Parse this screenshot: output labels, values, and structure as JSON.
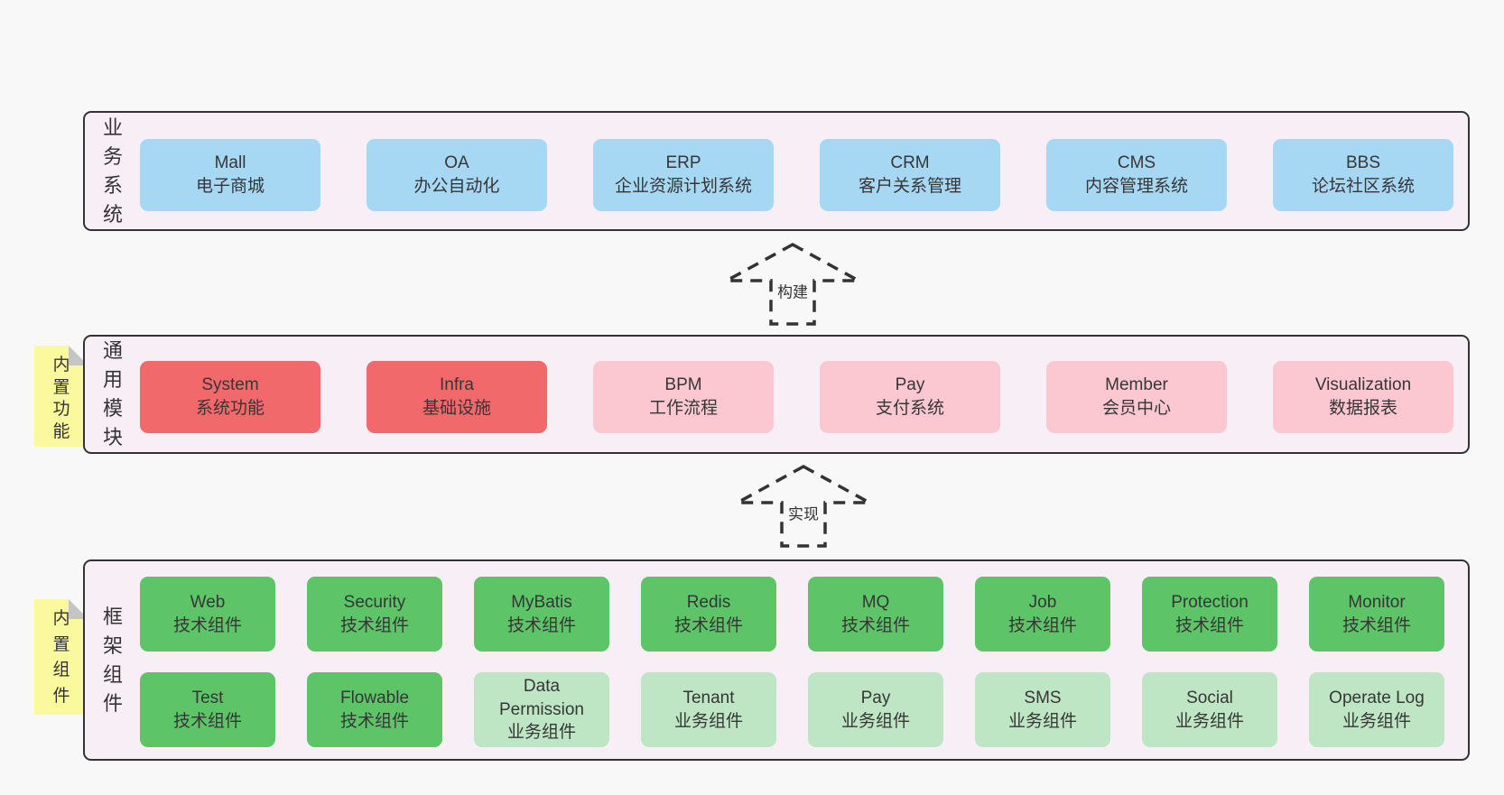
{
  "colors": {
    "page_bg": "#f8f8f8",
    "container_fill": "#f8eef6",
    "container_border": "#333333",
    "box_blue": "#a7d8f3",
    "box_red": "#f1696b",
    "box_pink": "#fbc8d2",
    "box_green": "#5ec468",
    "box_green_light": "#bee6c4",
    "note_bg": "#fbf99e",
    "note_fold": "#c5c5c5",
    "text": "#363636"
  },
  "sections": [
    {
      "label": "业务系统",
      "boxes": [
        {
          "title": "Mall",
          "subtitle": "电子商城",
          "variant": "blue"
        },
        {
          "title": "OA",
          "subtitle": "办公自动化",
          "variant": "blue"
        },
        {
          "title": "ERP",
          "subtitle": "企业资源计划系统",
          "variant": "blue"
        },
        {
          "title": "CRM",
          "subtitle": "客户关系管理",
          "variant": "blue"
        },
        {
          "title": "CMS",
          "subtitle": "内容管理系统",
          "variant": "blue"
        },
        {
          "title": "BBS",
          "subtitle": "论坛社区系统",
          "variant": "blue"
        }
      ]
    },
    {
      "label": "通用模块",
      "sticky": "内置功能",
      "boxes": [
        {
          "title": "System",
          "subtitle": "系统功能",
          "variant": "red"
        },
        {
          "title": "Infra",
          "subtitle": "基础设施",
          "variant": "red"
        },
        {
          "title": "BPM",
          "subtitle": "工作流程",
          "variant": "pink"
        },
        {
          "title": "Pay",
          "subtitle": "支付系统",
          "variant": "pink"
        },
        {
          "title": "Member",
          "subtitle": "会员中心",
          "variant": "pink"
        },
        {
          "title": "Visualization",
          "subtitle": "数据报表",
          "variant": "pink"
        }
      ]
    },
    {
      "label": "框架组件",
      "sticky": "内置组件",
      "rows": [
        [
          {
            "title": "Web",
            "subtitle": "技术组件",
            "variant": "green"
          },
          {
            "title": "Security",
            "subtitle": "技术组件",
            "variant": "green"
          },
          {
            "title": "MyBatis",
            "subtitle": "技术组件",
            "variant": "green"
          },
          {
            "title": "Redis",
            "subtitle": "技术组件",
            "variant": "green"
          },
          {
            "title": "MQ",
            "subtitle": "技术组件",
            "variant": "green"
          },
          {
            "title": "Job",
            "subtitle": "技术组件",
            "variant": "green"
          },
          {
            "title": "Protection",
            "subtitle": "技术组件",
            "variant": "green"
          },
          {
            "title": "Monitor",
            "subtitle": "技术组件",
            "variant": "green"
          }
        ],
        [
          {
            "title": "Test",
            "subtitle": "技术组件",
            "variant": "green"
          },
          {
            "title": "Flowable",
            "subtitle": "技术组件",
            "variant": "green"
          },
          {
            "title": "Data Permission",
            "subtitle": "业务组件",
            "variant": "green-light"
          },
          {
            "title": "Tenant",
            "subtitle": "业务组件",
            "variant": "green-light"
          },
          {
            "title": "Pay",
            "subtitle": "业务组件",
            "variant": "green-light"
          },
          {
            "title": "SMS",
            "subtitle": "业务组件",
            "variant": "green-light"
          },
          {
            "title": "Social",
            "subtitle": "业务组件",
            "variant": "green-light"
          },
          {
            "title": "Operate Log",
            "subtitle": "业务组件",
            "variant": "green-light"
          }
        ]
      ]
    }
  ],
  "arrows": [
    {
      "label": "构建"
    },
    {
      "label": "实现"
    }
  ]
}
